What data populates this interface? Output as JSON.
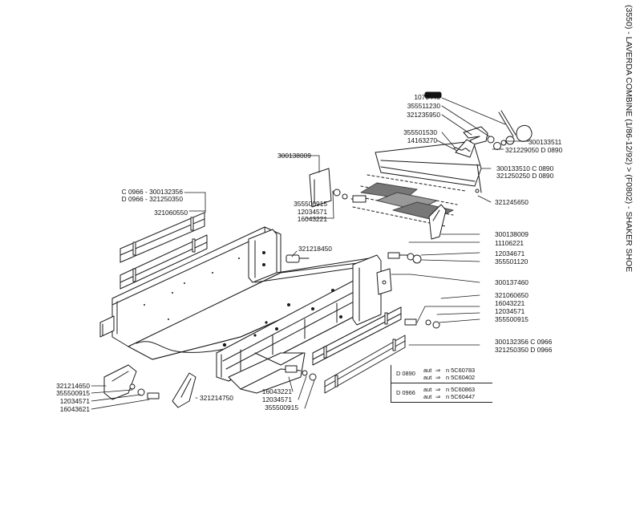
{
  "title": "(3550) - LAVERDA COMBINE (1/86-12/92) > (F0802) - SHAKER SHOE",
  "labels": {
    "l_1073440": "1073440",
    "l_355511230": "355511230",
    "l_321235950": "321235950",
    "l_355501530": "355501530",
    "l_14163270": "14163270",
    "l_300133511": "300133511",
    "l_321229050": "321229050 D 0890",
    "l_300133510": "300133510 C 0890",
    "l_321250250": "321250250 D 0890",
    "l_321245650": "321245650",
    "l_300138009_top": "300138009",
    "l_355500915_a": "355500915",
    "l_12034571_a": "12034571",
    "l_16043221_a": "16043221",
    "l_c0966_left": "C 0966 - 300132356",
    "l_d0966_left": "D 0966 - 321250350",
    "l_321060550": "321060550",
    "l_321218450": "321218450",
    "l_300138009_right": "300138009",
    "l_11106221": "11106221",
    "l_12034671": "12034671",
    "l_355501120": "355501120",
    "l_300137460": "300137460",
    "l_321060650": "321060650",
    "l_16043221_b": "16043221",
    "l_12034571_b": "12034571",
    "l_355500915_b": "355500915",
    "l_300132356_c": "300132356 C 0966",
    "l_321250350_d": "321250350 D 0966",
    "l_321214650": "321214650",
    "l_355500915_c": "355500915",
    "l_12034571_c": "12034571",
    "l_16043621": "16043621",
    "l_321214750": "321214750",
    "l_16043221_c": "16043221",
    "l_12034571_d": "12034571",
    "l_355500915_d": "355500915"
  },
  "notes": [
    {
      "code": "D 0890",
      "rows": [
        {
          "aut": "aut",
          "sn": "n  5C60783"
        },
        {
          "aut": "aut",
          "sn": "n  5C60402"
        }
      ]
    },
    {
      "code": "D 0966",
      "rows": [
        {
          "aut": "aut",
          "sn": "n  5C60863"
        },
        {
          "aut": "aut",
          "sn": "n  5C60447"
        }
      ]
    }
  ]
}
